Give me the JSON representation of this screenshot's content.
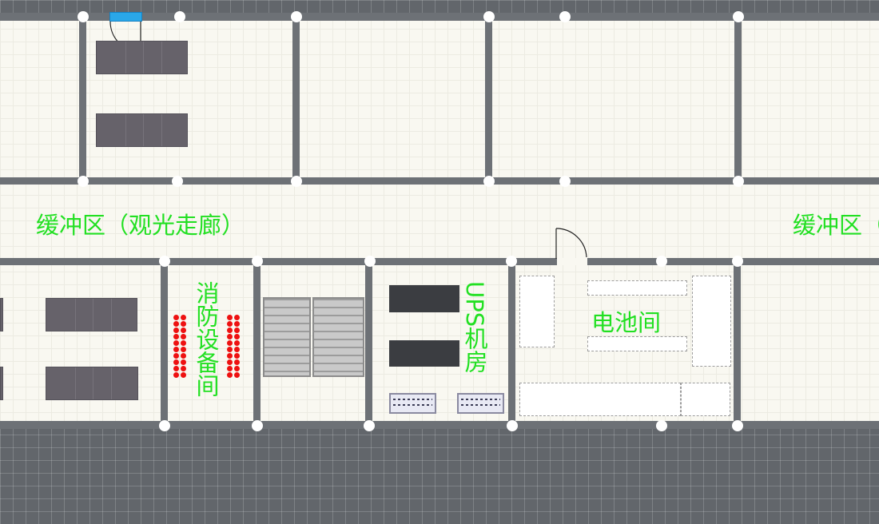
{
  "map_title": "",
  "labels": {
    "corridor_left": "缓冲区（观光走廊）",
    "corridor_right": "缓冲区（",
    "fire_room": "消防设备间",
    "ups_room": "UPS机房",
    "battery_room": "电池间"
  },
  "colors": {
    "label_text": "#22e022",
    "wall": "#6d7176",
    "floor": "#f9f8f1",
    "door_leaf": "#2aa7e8",
    "extinguisher": "#ee1111"
  },
  "icons": {
    "extinguisher": "red-circle",
    "door": "quarter-arc",
    "stairs": "striped-rectangle"
  }
}
